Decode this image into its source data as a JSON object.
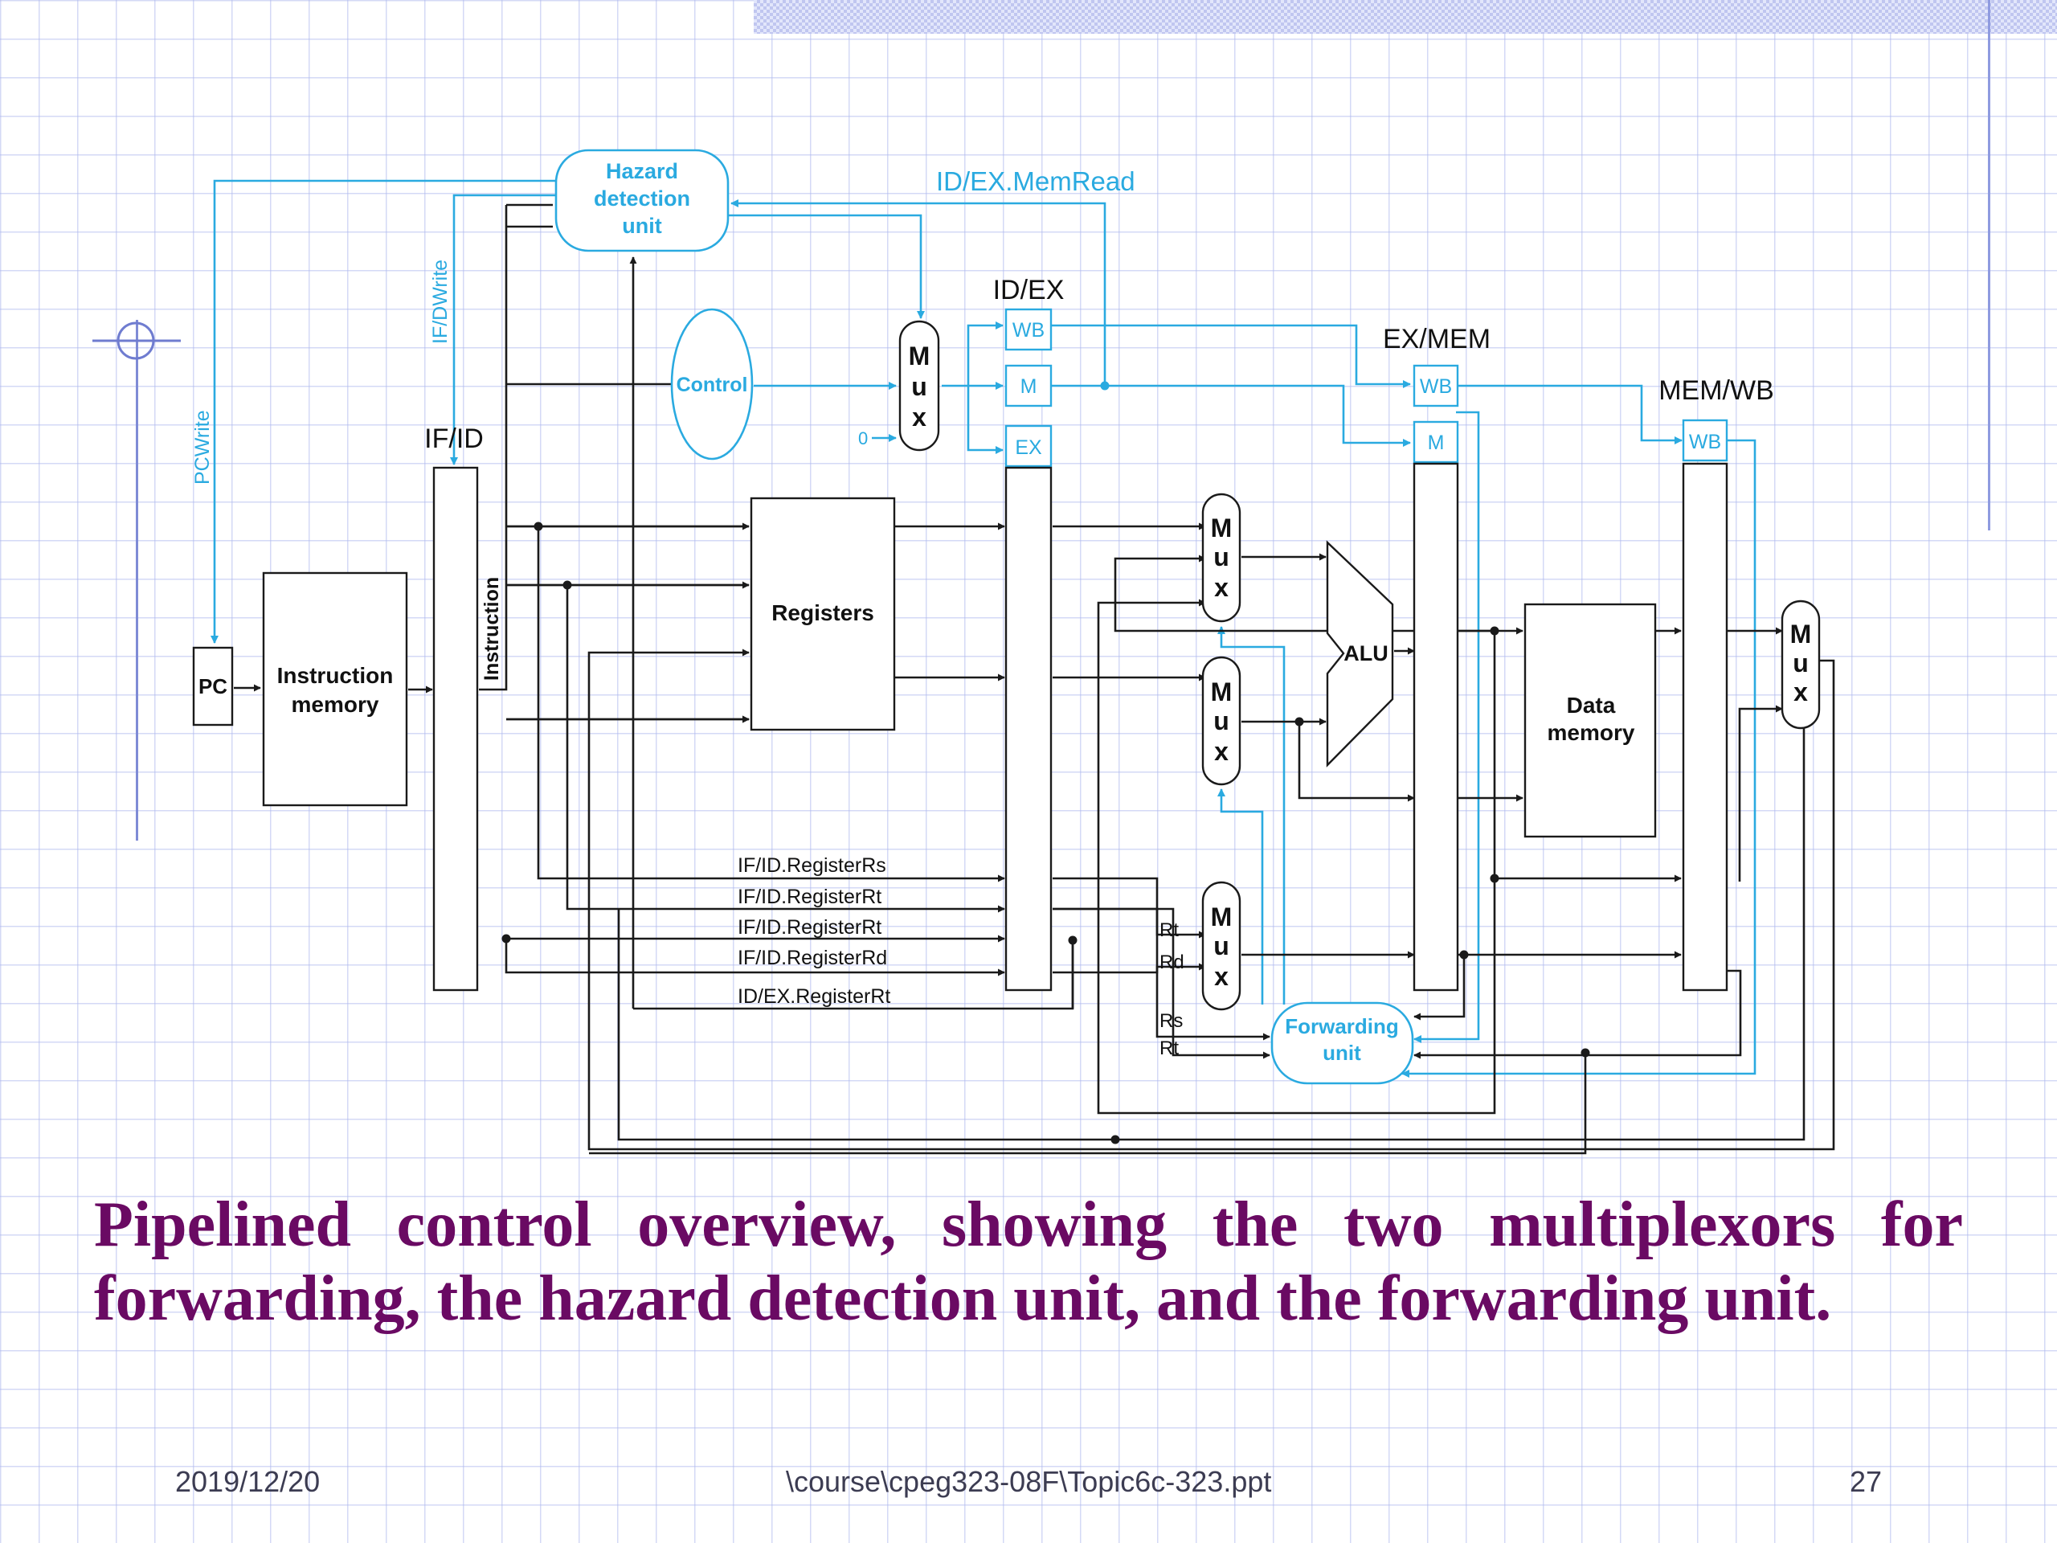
{
  "slide": {
    "caption": "Pipelined control overview, showing the two multiplexors for forwarding, the hazard detection unit, and the forwarding unit.",
    "footer": {
      "date": "2019/12/20",
      "path": "\\course\\cpeg323-08F\\Topic6c-323.ppt",
      "page": "27"
    }
  },
  "diagram": {
    "hazard_unit": [
      "Hazard",
      "detection",
      "unit"
    ],
    "control": "Control",
    "registers": "Registers",
    "instruction_memory": [
      "Instruction",
      "memory"
    ],
    "data_memory": [
      "Data",
      "memory"
    ],
    "pc": "PC",
    "alu": "ALU",
    "forwarding_unit": [
      "Forwarding",
      "unit"
    ],
    "mux_letters": [
      "M",
      "u",
      "x"
    ],
    "pipeline_registers": [
      "IF/ID",
      "ID/EX",
      "EX/MEM",
      "MEM/WB"
    ],
    "idex_fields": [
      "WB",
      "M",
      "EX"
    ],
    "exmem_fields": [
      "WB",
      "M"
    ],
    "memwb_fields": [
      "WB"
    ],
    "instruction_label": "Instruction",
    "signals": {
      "pcwrite": "PCWrite",
      "ifdwrite": "IF/DWrite",
      "idex_memread": "ID/EX.MemRead",
      "zero": "0"
    },
    "register_fields": [
      "IF/ID.RegisterRs",
      "IF/ID.RegisterRt",
      "IF/ID.RegisterRt",
      "IF/ID.RegisterRd",
      "ID/EX.RegisterRt"
    ],
    "mux_inputs": [
      "Rt",
      "Rd"
    ],
    "forwarding_inputs": [
      "Rs",
      "Rt"
    ]
  },
  "colors": {
    "accent": "#2aaae0",
    "caption": "#6a0a63",
    "line": "#1a1a1a"
  }
}
